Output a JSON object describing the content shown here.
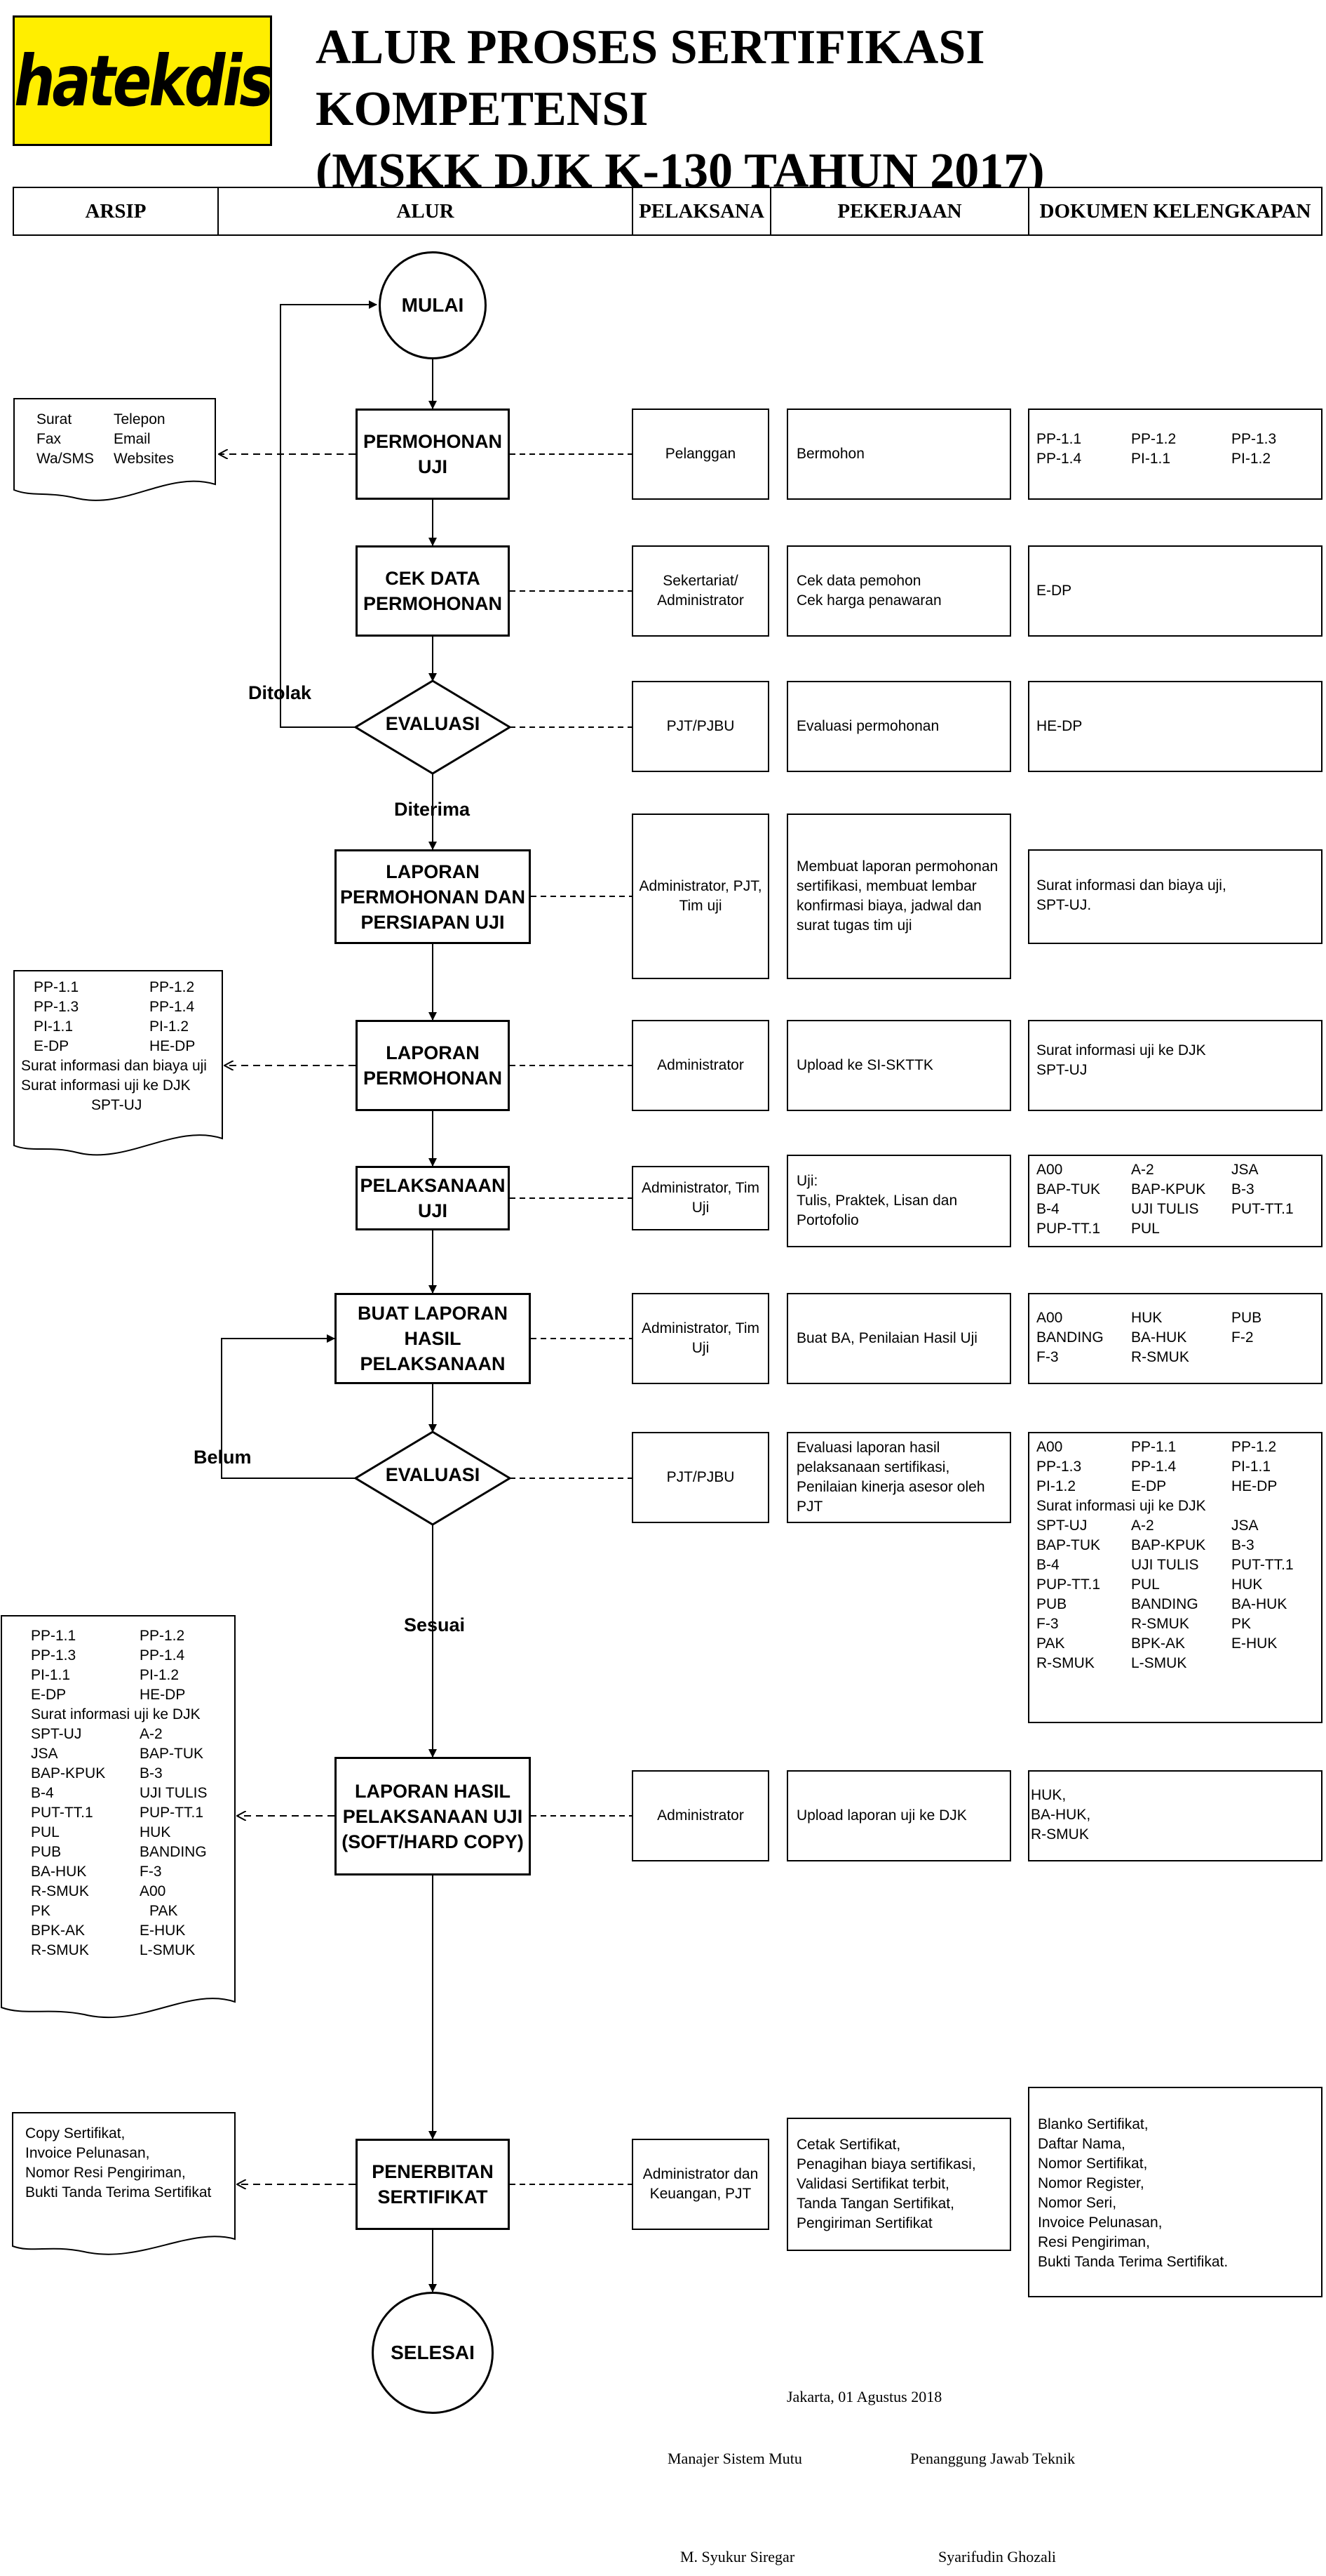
{
  "logo": {
    "text": "hatekdis"
  },
  "title": {
    "line1": "ALUR PROSES SERTIFIKASI KOMPETENSI",
    "line2": "(MSKK DJK K-130 TAHUN 2017)"
  },
  "headers": {
    "arsip": "ARSIP",
    "alur": "ALUR",
    "pelaksana": "PELAKSANA",
    "pekerjaan": "PEKERJAAN",
    "dokumen": "DOKUMEN KELENGKAPAN"
  },
  "flow": {
    "start": "MULAI",
    "end": "SELESAI",
    "label_ditolak": "Ditolak",
    "label_diterima": "Diterima",
    "label_belum": "Belum",
    "label_sesuai": "Sesuai"
  },
  "steps": [
    {
      "name": "PERMOHONAN UJI",
      "pelaksana": "Pelanggan",
      "pekerjaan": [
        "Bermohon"
      ],
      "dokumen_grid": [
        "PP-1.1",
        "PP-1.2",
        "PP-1.3",
        "PP-1.4",
        "PI-1.1",
        "PI-1.2"
      ]
    },
    {
      "name": "CEK DATA PERMOHONAN",
      "pelaksana": "Sekertariat/ Administrator",
      "pekerjaan": [
        "Cek data pemohon",
        "Cek harga penawaran"
      ],
      "dokumen": [
        "E-DP"
      ]
    },
    {
      "name": "EVALUASI",
      "pelaksana": "PJT/PJBU",
      "pekerjaan": [
        "Evaluasi permohonan"
      ],
      "dokumen": [
        "HE-DP"
      ]
    },
    {
      "name": "LAPORAN PERMOHONAN DAN PERSIAPAN UJI",
      "pelaksana": "Administrator, PJT, Tim uji",
      "pekerjaan": [
        "Membuat laporan permohonan sertifikasi, membuat lembar konfirmasi biaya, jadwal dan surat tugas tim uji"
      ],
      "dokumen": [
        "Surat informasi dan biaya uji,",
        "SPT-UJ."
      ]
    },
    {
      "name": "LAPORAN PERMOHONAN",
      "pelaksana": "Administrator",
      "pekerjaan": [
        "Upload ke SI-SKTTK"
      ],
      "dokumen": [
        "Surat informasi uji ke DJK",
        "SPT-UJ"
      ]
    },
    {
      "name": "PELAKSANAAN UJI",
      "pelaksana": "Administrator, Tim Uji",
      "pekerjaan": [
        "Uji:",
        "Tulis, Praktek, Lisan dan Portofolio"
      ],
      "dokumen_grid": [
        "A00",
        "A-2",
        "JSA",
        "BAP-TUK",
        "BAP-KPUK",
        "B-3",
        "B-4",
        "UJI TULIS",
        "PUT-TT.1",
        "PUP-TT.1",
        "PUL",
        ""
      ]
    },
    {
      "name": "BUAT LAPORAN HASIL PELAKSANAAN",
      "pelaksana": "Administrator, Tim Uji",
      "pekerjaan": [
        "Buat BA, Penilaian Hasil Uji"
      ],
      "dokumen_grid": [
        "A00",
        "HUK",
        "PUB",
        "BANDING",
        "BA-HUK",
        "F-2",
        "F-3",
        "R-SMUK",
        ""
      ]
    },
    {
      "name": "EVALUASI",
      "pelaksana": "PJT/PJBU",
      "pekerjaan": [
        "Evaluasi laporan hasil pelaksanaan sertifikasi,",
        "Penilaian kinerja asesor oleh PJT"
      ],
      "dokumen_grid_a": [
        "A00",
        "PP-1.1",
        "PP-1.2",
        "PP-1.3",
        "PP-1.4",
        "PI-1.1",
        "PI-1.2",
        "E-DP",
        "HE-DP"
      ],
      "dokumen_line": "Surat informasi uji ke DJK",
      "dokumen_grid_b": [
        "SPT-UJ",
        "A-2",
        "JSA",
        "BAP-TUK",
        "BAP-KPUK",
        "B-3",
        "B-4",
        "UJI TULIS",
        "PUT-TT.1",
        "PUP-TT.1",
        "PUL",
        "HUK",
        "PUB",
        "BANDING",
        "BA-HUK",
        "F-3",
        "R-SMUK",
        "PK",
        "PAK",
        "BPK-AK",
        "E-HUK",
        "R-SMUK",
        "L-SMUK",
        ""
      ]
    },
    {
      "name": "LAPORAN HASIL PELAKSANAAN UJI (SOFT/HARD COPY)",
      "pelaksana": "Administrator",
      "pekerjaan": [
        "Upload laporan uji ke DJK"
      ],
      "dokumen": [
        "HUK,",
        "BA-HUK,",
        "R-SMUK"
      ]
    },
    {
      "name": "PENERBITAN SERTIFIKAT",
      "pelaksana": "Administrator dan Keuangan, PJT",
      "pekerjaan": [
        "Cetak Sertifikat,",
        "Penagihan biaya sertifikasi,",
        "Validasi Sertifikat terbit,",
        "Tanda Tangan Sertifikat,",
        "Pengiriman Sertifikat"
      ],
      "dokumen": [
        "Blanko Sertifikat,",
        "Daftar Nama,",
        "Nomor Sertifikat,",
        "Nomor Register,",
        "Nomor Seri,",
        "Invoice Pelunasan,",
        "Resi Pengiriman,",
        "Bukti Tanda Terima Sertifikat."
      ]
    }
  ],
  "arsip": {
    "a1_grid": [
      "Surat",
      "Telepon",
      "Fax",
      "Email",
      "Wa/SMS",
      "Websites"
    ],
    "a2_grid": [
      "PP-1.1",
      "PP-1.2",
      "PP-1.3",
      "PP-1.4",
      "PI-1.1",
      "PI-1.2",
      "E-DP",
      "HE-DP"
    ],
    "a2_lines": [
      "Surat informasi dan biaya uji",
      "Surat informasi uji ke DJK",
      "SPT-UJ"
    ],
    "a3_grid_a": [
      "PP-1.1",
      "PP-1.2",
      "PP-1.3",
      "PP-1.4",
      "PI-1.1",
      "PI-1.2",
      "E-DP",
      "HE-DP"
    ],
    "a3_line": "Surat informasi uji ke DJK",
    "a3_grid_b": [
      "SPT-UJ",
      "A-2",
      "JSA",
      "BAP-TUK",
      "BAP-KPUK",
      "B-3",
      "B-4",
      "UJI TULIS",
      "PUT-TT.1",
      "PUP-TT.1",
      "PUL",
      "HUK",
      "PUB",
      "BANDING",
      "BA-HUK",
      "F-3",
      "R-SMUK",
      "A00",
      "PK",
      "PAK",
      "BPK-AK",
      "E-HUK",
      "R-SMUK",
      "L-SMUK"
    ],
    "a4_lines": [
      "Copy Sertifikat,",
      "Invoice Pelunasan,",
      "Nomor Resi Pengiriman,",
      "Bukti Tanda Terima Sertifikat"
    ]
  },
  "signature": {
    "place_date": "Jakarta, 01 Agustus 2018",
    "role1": "Manajer Sistem Mutu",
    "role2": "Penanggung Jawab Teknik",
    "name1": "M. Syukur Siregar",
    "name2": "Syarifudin Ghozali"
  }
}
